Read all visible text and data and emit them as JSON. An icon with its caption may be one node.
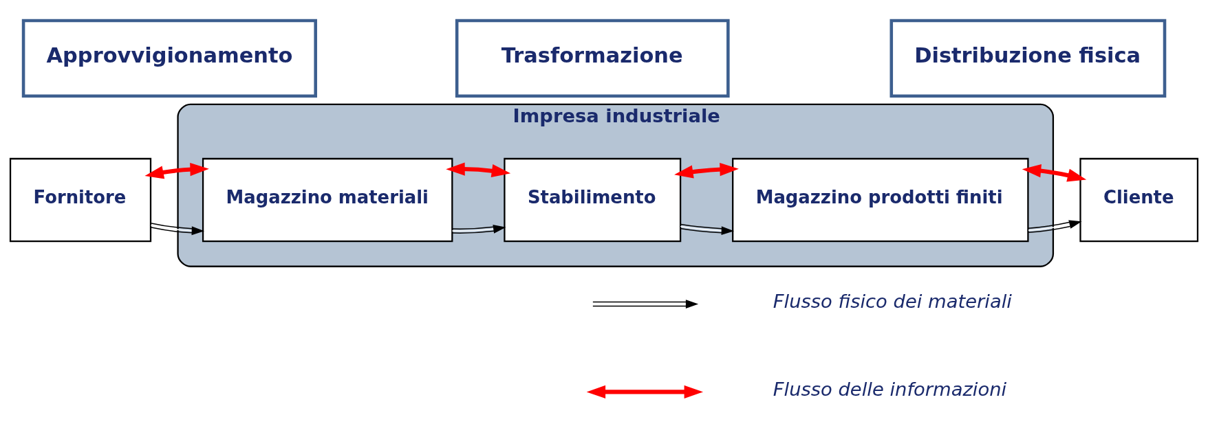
{
  "diagram": {
    "nodes": [
      {
        "text": [
          "Approvvigionamento"
        ]
      },
      {
        "text": [
          "Trasformazione"
        ]
      },
      {
        "text": [
          "Distribuzione fisica"
        ]
      },
      {
        "text": [
          "Impresa industriale"
        ]
      },
      {
        "text": [
          "Fornitore"
        ]
      },
      {
        "text": [
          "Magazzino materiali"
        ],
        "in": 3
      },
      {
        "text": [
          "Stabilimento"
        ],
        "in": 3
      },
      {
        "text": [
          "Magazzino prodotti finiti"
        ],
        "in": 3
      },
      {
        "text": [
          "Cliente"
        ]
      }
    ],
    "edges": [
      {
        "from": 4,
        "to": 5,
        "arrow": "to"
      },
      {
        "from": 4,
        "to": 5,
        "arrow": "both",
        "style": "thick",
        "color": "#ff0000"
      },
      {
        "from": 5,
        "to": 6,
        "arrow": "to"
      },
      {
        "from": 5,
        "to": 6,
        "arrow": "both",
        "style": "thick",
        "color": "#ff0000"
      },
      {
        "from": 6,
        "to": 7,
        "arrow": "to"
      },
      {
        "from": 6,
        "to": 7,
        "arrow": "both",
        "style": "thick",
        "color": "#ff0000"
      },
      {
        "from": 7,
        "to": 8,
        "arrow": "to"
      },
      {
        "from": 7,
        "to": 8,
        "arrow": "both",
        "style": "thick",
        "color": "#ff0000"
      }
    ],
    "legend": [
      {
        "text": "Flusso fisico dei materiali"
      },
      {
        "text": "Flusso delle informazioni"
      }
    ]
  }
}
